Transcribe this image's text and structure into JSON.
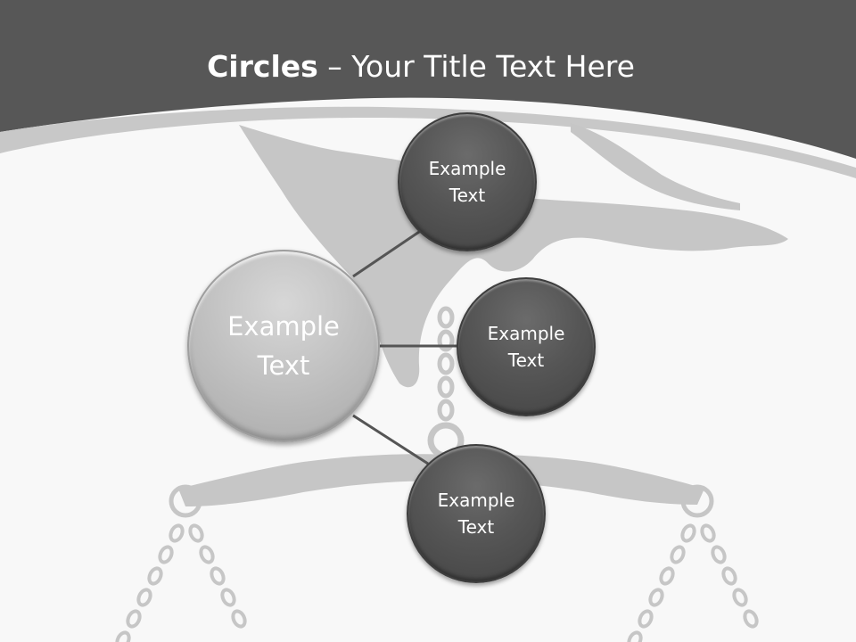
{
  "slide": {
    "title_bold": "Circles",
    "title_rest": " – Your Title Text Here"
  },
  "diagram": {
    "center": {
      "line1": "Example",
      "line2": "Text"
    },
    "nodes": [
      {
        "line1": "Example",
        "line2": "Text"
      },
      {
        "line1": "Example",
        "line2": "Text"
      },
      {
        "line1": "Example",
        "line2": "Text"
      }
    ]
  },
  "colors": {
    "header": "#575757",
    "background": "#f8f8f8",
    "silhouette": "#c6c6c6",
    "center_circle": "#c2c2c2",
    "node_circle": "#555555",
    "connector": "#555555"
  },
  "icons": [
    "hand-silhouette-icon",
    "balance-scale-icon",
    "chain-icon"
  ]
}
